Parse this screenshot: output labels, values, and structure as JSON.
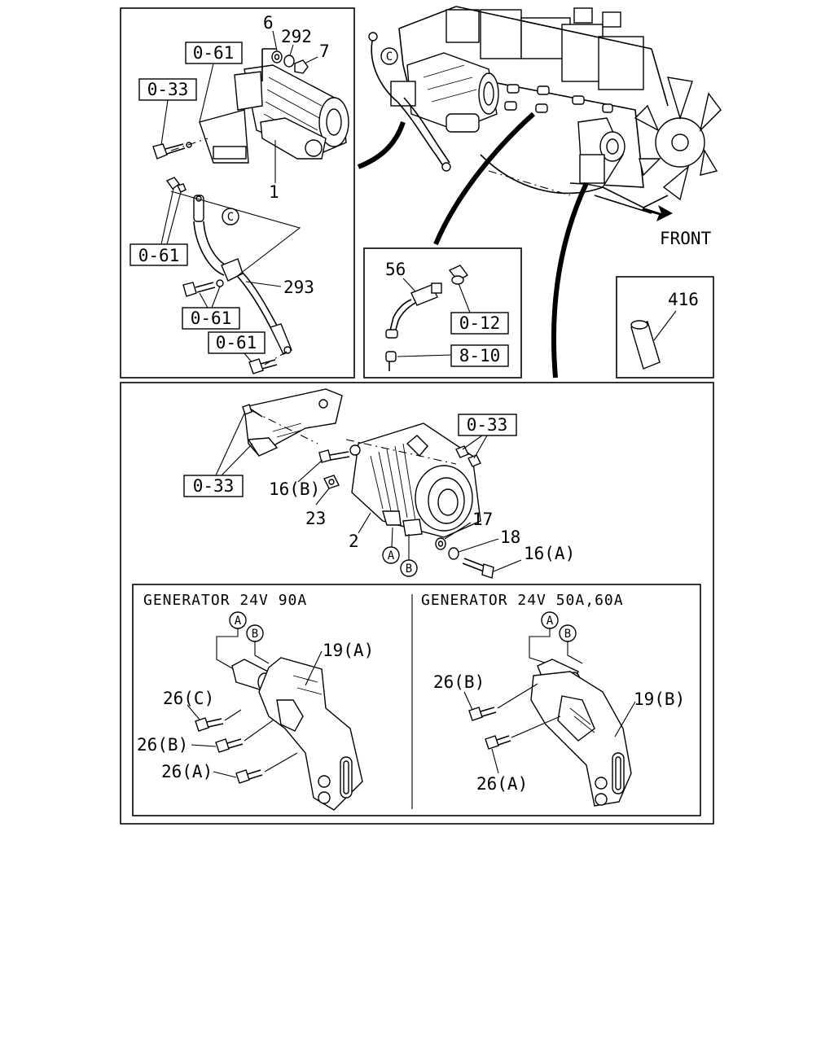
{
  "labels": {
    "p6": "6",
    "p292": "292",
    "p7": "7",
    "p1": "1",
    "p293": "293",
    "p56": "56",
    "p416": "416",
    "front": "FRONT",
    "p16b": "16(B)",
    "p23": "23",
    "p2": "2",
    "p17": "17",
    "p18": "18",
    "p16a": "16(A)",
    "p19a": "19(A)",
    "p26c": "26(C)",
    "p26b_left": "26(B)",
    "p26a_left": "26(A)",
    "p26b_right": "26(B)",
    "p19b": "19(B)",
    "p26a_right": "26(A)"
  },
  "refs": {
    "starter_top": "0-61",
    "starter_left": "0-33",
    "cable_nuts": "0-61",
    "cable_bolt": "0-61",
    "cable_end": "0-61",
    "sensor_fitting": "0-12",
    "sensor_terminal": "8-10",
    "gen_nut": "0-33",
    "gen_bracket": "0-33"
  },
  "circles": {
    "c_starter": "C",
    "c_engine": "C",
    "a_gen": "A",
    "b_gen": "B",
    "a_left": "A",
    "b_left": "B",
    "a_right": "A",
    "b_right": "B"
  },
  "captions": {
    "gen90": "GENERATOR 24V 90A",
    "gen5060": "GENERATOR 24V 50A,60A"
  }
}
